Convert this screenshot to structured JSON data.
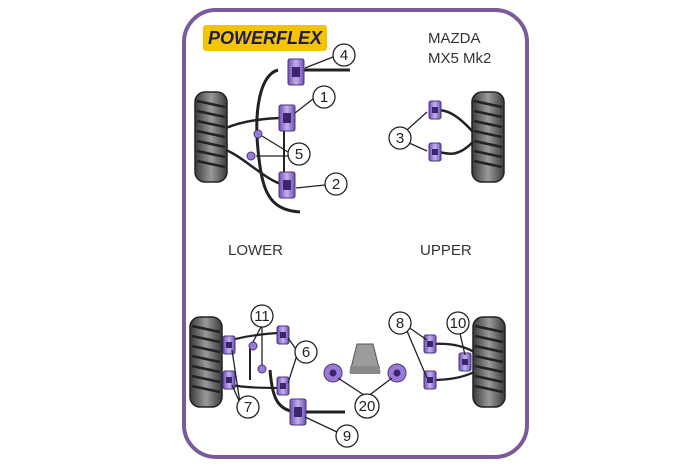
{
  "brand": {
    "logo_text": "POWERFLEX"
  },
  "vehicle": {
    "make": "MAZDA",
    "model": "MX5 Mk2"
  },
  "sections": {
    "lower": "LOWER",
    "upper": "UPPER"
  },
  "callouts": [
    "1",
    "2",
    "3",
    "4",
    "5",
    "6",
    "7",
    "8",
    "9",
    "10",
    "11",
    "20"
  ],
  "colors": {
    "frame_border": "#7b5a9c",
    "bush_purple": "#9a7bd3",
    "tyre_dark": "#2a2a2a",
    "logo_yellow": "#f5c400"
  }
}
